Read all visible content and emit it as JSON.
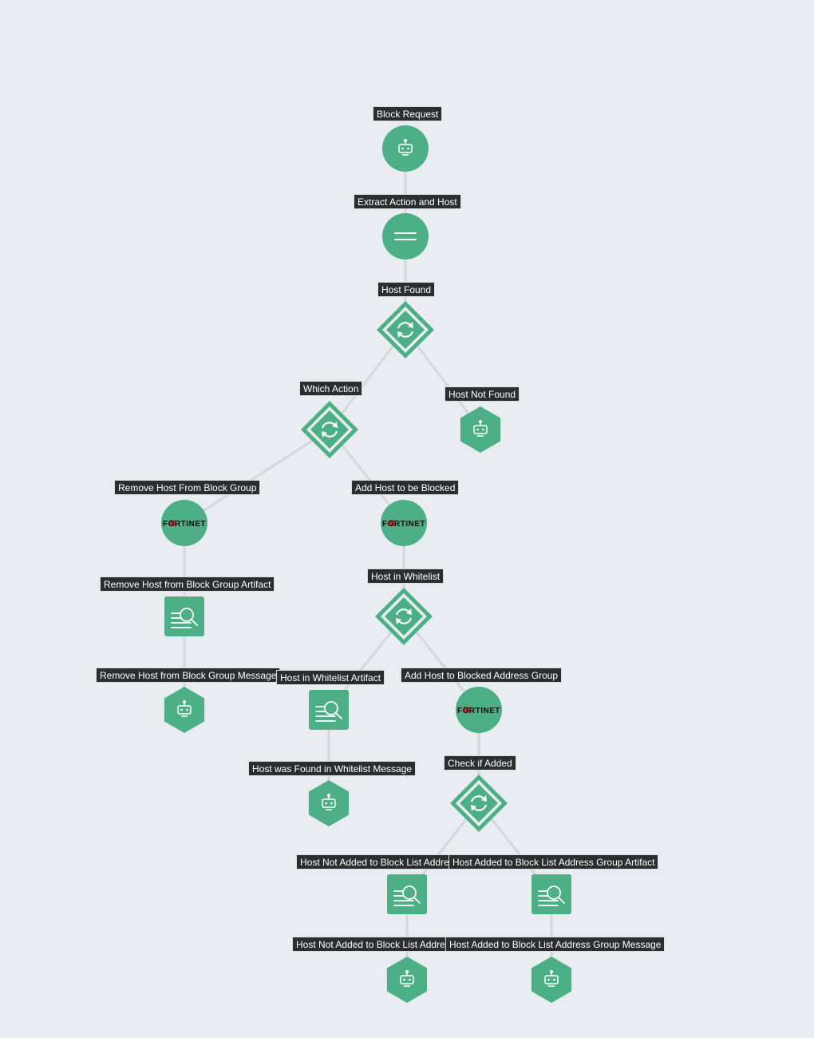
{
  "colors": {
    "node_green": "#4caf85",
    "edge_gray": "#d4d8dc",
    "label_bg": "#2b2d2f",
    "background": "#e9edf1",
    "fortinet_red": "#c8272d"
  },
  "nodes": [
    {
      "id": "block-request",
      "label": "Block Request",
      "type": "trigger",
      "shape": "circle",
      "icon": "robot-icon"
    },
    {
      "id": "extract-action",
      "label": "Extract Action and Host",
      "type": "action",
      "shape": "circle",
      "icon": "equals-icon"
    },
    {
      "id": "host-found",
      "label": "Host Found",
      "type": "decision",
      "shape": "diamond",
      "icon": "refresh-icon"
    },
    {
      "id": "which-action",
      "label": "Which Action",
      "type": "decision",
      "shape": "diamond",
      "icon": "refresh-icon"
    },
    {
      "id": "host-not-found",
      "label": "Host Not Found",
      "type": "message",
      "shape": "hexagon",
      "icon": "robot-icon"
    },
    {
      "id": "remove-host",
      "label": "Remove Host From Block Group",
      "type": "integration",
      "shape": "circle",
      "icon": "fortinet-logo",
      "logo_text": "FORTINET"
    },
    {
      "id": "add-host",
      "label": "Add Host to be Blocked",
      "type": "integration",
      "shape": "circle",
      "icon": "fortinet-logo",
      "logo_text": "FORTINET"
    },
    {
      "id": "remove-artifact",
      "label": "Remove Host from Block Group Artifact",
      "type": "artifact",
      "shape": "square",
      "icon": "search-list-icon"
    },
    {
      "id": "host-in-whitelist",
      "label": "Host in Whitelist",
      "type": "decision",
      "shape": "diamond",
      "icon": "refresh-icon"
    },
    {
      "id": "remove-message",
      "label": "Remove Host from Block Group Message",
      "type": "message",
      "shape": "hexagon",
      "icon": "robot-icon"
    },
    {
      "id": "whitelist-artifact",
      "label": "Host in Whitelist Artifact",
      "type": "artifact",
      "shape": "square",
      "icon": "search-list-icon"
    },
    {
      "id": "add-blocked-group",
      "label": "Add Host to Blocked Address Group",
      "type": "integration",
      "shape": "circle",
      "icon": "fortinet-logo",
      "logo_text": "FORTINET"
    },
    {
      "id": "whitelist-message",
      "label": "Host was Found in Whitelist Message",
      "type": "message",
      "shape": "hexagon",
      "icon": "robot-icon"
    },
    {
      "id": "check-added",
      "label": "Check if Added",
      "type": "decision",
      "shape": "diamond",
      "icon": "refresh-icon"
    },
    {
      "id": "not-added-artifact",
      "label": "Host Not Added to Block List Addres",
      "type": "artifact",
      "shape": "square",
      "icon": "search-list-icon"
    },
    {
      "id": "added-artifact",
      "label": "Host Added to Block List Address Group Artifact",
      "type": "artifact",
      "shape": "square",
      "icon": "search-list-icon"
    },
    {
      "id": "not-added-message",
      "label": "Host Not Added to Block List Addres",
      "type": "message",
      "shape": "hexagon",
      "icon": "robot-icon"
    },
    {
      "id": "added-message",
      "label": "Host Added to Block List Address Group Message",
      "type": "message",
      "shape": "hexagon",
      "icon": "robot-icon"
    }
  ],
  "edges": [
    [
      "block-request",
      "extract-action"
    ],
    [
      "extract-action",
      "host-found"
    ],
    [
      "host-found",
      "which-action"
    ],
    [
      "host-found",
      "host-not-found"
    ],
    [
      "which-action",
      "remove-host"
    ],
    [
      "which-action",
      "add-host"
    ],
    [
      "remove-host",
      "remove-artifact"
    ],
    [
      "remove-artifact",
      "remove-message"
    ],
    [
      "add-host",
      "host-in-whitelist"
    ],
    [
      "host-in-whitelist",
      "whitelist-artifact"
    ],
    [
      "host-in-whitelist",
      "add-blocked-group"
    ],
    [
      "whitelist-artifact",
      "whitelist-message"
    ],
    [
      "add-blocked-group",
      "check-added"
    ],
    [
      "check-added",
      "not-added-artifact"
    ],
    [
      "check-added",
      "added-artifact"
    ],
    [
      "not-added-artifact",
      "not-added-message"
    ],
    [
      "added-artifact",
      "added-message"
    ]
  ]
}
